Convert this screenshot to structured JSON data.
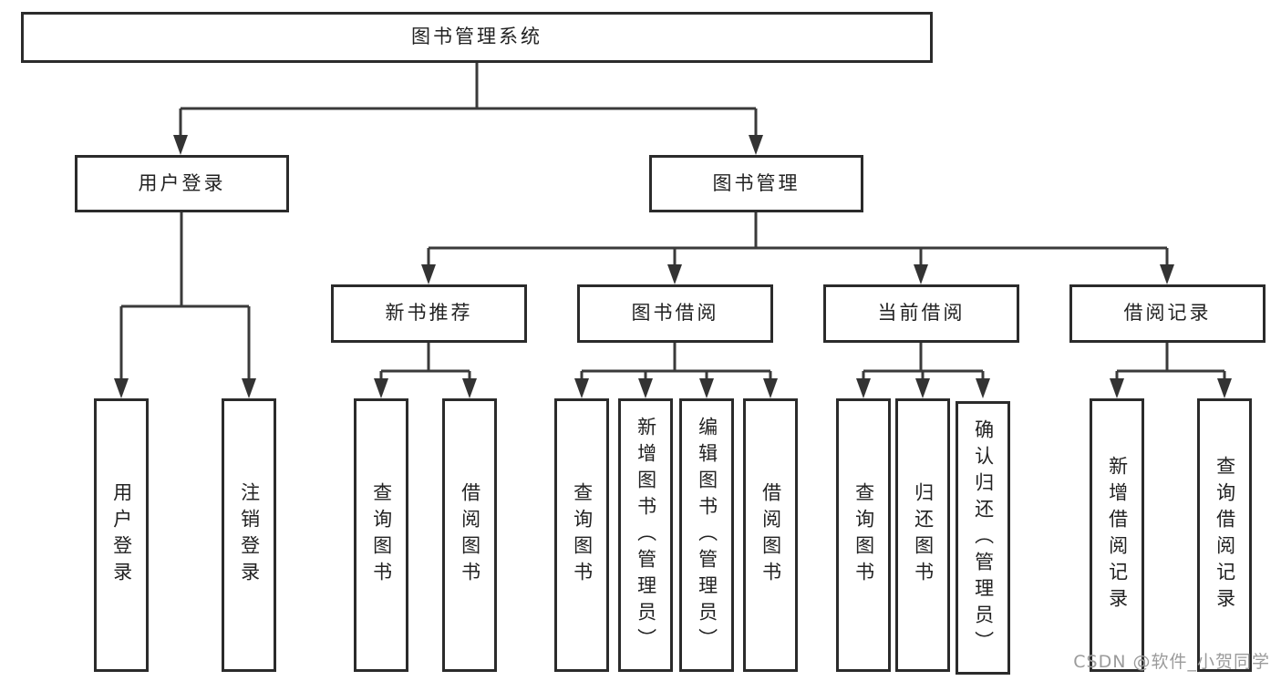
{
  "diagram": {
    "root": {
      "label": "图书管理系统"
    },
    "children": [
      {
        "label": "用户登录",
        "children": [
          {
            "label": "用户登录"
          },
          {
            "label": "注销登录"
          }
        ]
      },
      {
        "label": "图书管理",
        "children": [
          {
            "label": "新书推荐",
            "children": [
              {
                "label": "查询图书"
              },
              {
                "label": "借阅图书"
              }
            ]
          },
          {
            "label": "图书借阅",
            "children": [
              {
                "label": "查询图书"
              },
              {
                "label": "新增图书（管理员）"
              },
              {
                "label": "编辑图书（管理员）"
              },
              {
                "label": "借阅图书"
              }
            ]
          },
          {
            "label": "当前借阅",
            "children": [
              {
                "label": "查询图书"
              },
              {
                "label": "归还图书"
              },
              {
                "label": "确认归还（管理员）"
              }
            ]
          },
          {
            "label": "借阅记录",
            "children": [
              {
                "label": "新增借阅记录"
              },
              {
                "label": "查询借阅记录"
              }
            ]
          }
        ]
      }
    ]
  },
  "watermark": "CSDN @软件_小贺同学",
  "colors": {
    "line": "#3a3a3a",
    "box_border": "#2b2b2b",
    "text": "#222222",
    "watermark": "#9b9b9b",
    "background": "#ffffff"
  }
}
